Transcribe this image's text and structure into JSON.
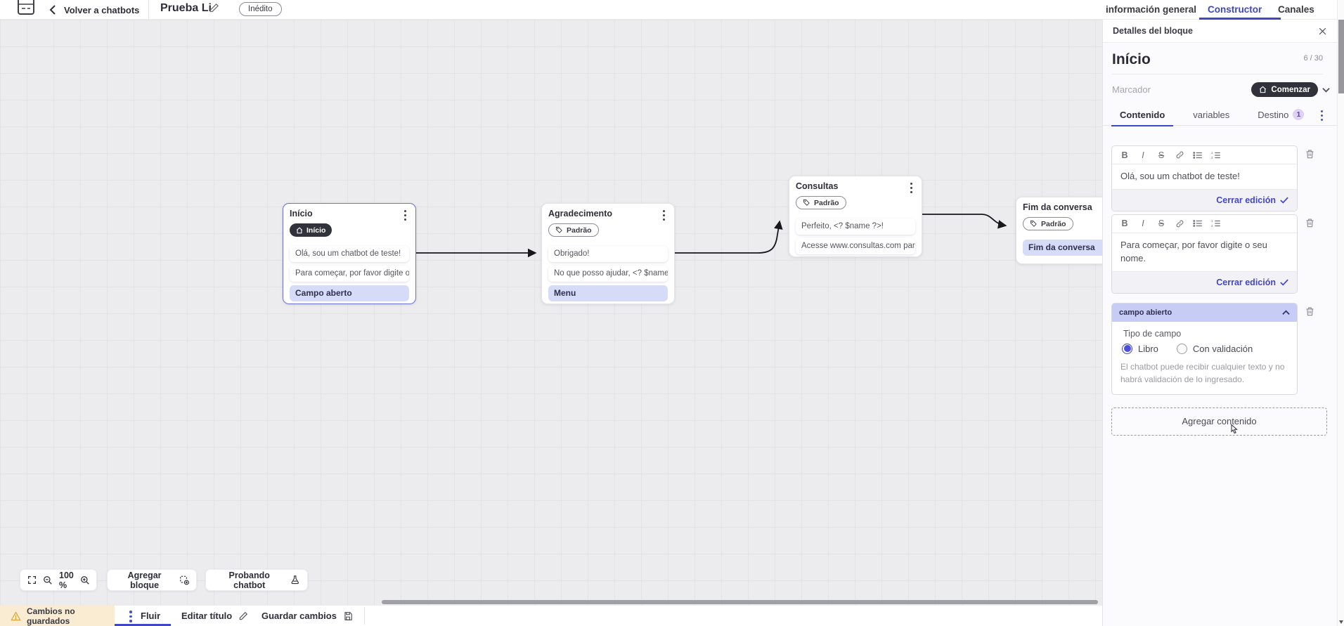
{
  "colors": {
    "accent": "#3d47c8",
    "selection_fill": "#d6dbf7",
    "dark_pill": "#32323c",
    "warning_bg": "#f9ecd2",
    "edge": "#17171c"
  },
  "header": {
    "back_label": "Volver a chatbots",
    "title": "Prueba Li",
    "status_badge": "Inédito",
    "tabs": [
      {
        "label": "información general",
        "active": false
      },
      {
        "label": "Constructor",
        "active": true
      },
      {
        "label": "Canales",
        "active": false
      }
    ]
  },
  "canvas": {
    "nodes": [
      {
        "title": "Início",
        "badge": {
          "label": "Início",
          "icon": "home"
        },
        "items": [
          {
            "text": "Olá, sou um chatbot de teste!"
          },
          {
            "text": "Para começar, por favor digite o ..."
          },
          {
            "text": "Campo aberto"
          }
        ]
      },
      {
        "title": "Agradecimento",
        "badge": {
          "label": "Padrão",
          "icon": "tag"
        },
        "items": [
          {
            "text": "Obrigado!"
          },
          {
            "text": "No que posso ajudar, <? $name ..."
          },
          {
            "text": "Menu"
          }
        ]
      },
      {
        "title": "Consultas",
        "badge": {
          "label": "Padrão",
          "icon": "tag"
        },
        "items": [
          {
            "text": "Perfeito, <? $name ?>!"
          },
          {
            "text": "Acesse www.consultas.com par..."
          }
        ]
      },
      {
        "title": "Fim da conversa",
        "badge": {
          "label": "Padrão",
          "icon": "tag"
        },
        "items": [
          {
            "text": "Fim da conversa"
          }
        ]
      }
    ],
    "toolbar": {
      "zoom_level": "100 %",
      "add_block_label": "Agregar bloque",
      "test_chatbot_label": "Probando chatbot"
    }
  },
  "panel": {
    "header_title": "Detalles del bloque",
    "block_name": "Início",
    "char_counter": "6 / 30",
    "marker_label": "Marcador",
    "marker_value": "Comenzar",
    "tabs": [
      {
        "label": "Contenido",
        "active": true
      },
      {
        "label": "variables",
        "active": false
      },
      {
        "label": "Destino",
        "badge": "1",
        "active": false
      }
    ],
    "editors": [
      {
        "text": "Olá, sou um chatbot de teste!",
        "close_label": "Cerrar edición"
      },
      {
        "text": "Para começar, por favor digite o seu nome.",
        "close_label": "Cerrar edición"
      }
    ],
    "open_field": {
      "header": "campo abierto",
      "type_label": "Tipo de campo",
      "options": [
        {
          "label": "Libro",
          "selected": true
        },
        {
          "label": "Con validación",
          "selected": false
        }
      ],
      "helper": "El chatbot puede recibir cualquier texto y no habrá validación de lo ingresado."
    },
    "add_content_label": "Agregar contenido"
  },
  "footer": {
    "unsaved_label": "Cambios no guardados",
    "flow_tab": "Fluir",
    "edit_title_label": "Editar título",
    "save_label": "Guardar cambios"
  }
}
